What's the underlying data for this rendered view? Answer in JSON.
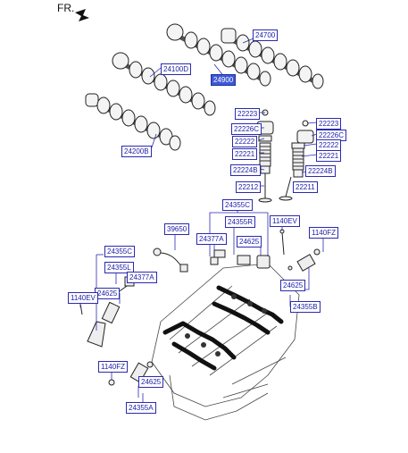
{
  "orientation": {
    "text": "FR."
  },
  "labels": {
    "l24700": "24700",
    "l24900": "24900",
    "l24100D": "24100D",
    "l24200B": "24200B",
    "l22223a": "22223",
    "l22223b": "22223",
    "l22226C": "22226C",
    "l22226Cb": "22226C",
    "l22222a": "22222",
    "l22222b": "22222",
    "l22221a": "22221",
    "l22221b": "22221",
    "l22224B": "22224B",
    "l22224Bb": "22224B",
    "l22212": "22212",
    "l22211": "22211",
    "l24355C_top": "24355C",
    "l39650": "39650",
    "l24355R": "24355R",
    "l1140EV_r": "1140EV",
    "l24377A_r": "24377A",
    "l24625_r": "24625",
    "l1140FZ_r": "1140FZ",
    "l24355C_left": "24355C",
    "l24355L": "24355L",
    "l24377A_l": "24377A",
    "l24625_l": "24625",
    "l1140EV_l": "1140EV",
    "l24625_rb": "24625",
    "l24355B": "24355B",
    "l1140FZ_b": "1140FZ",
    "l24625_b": "24625",
    "l24355A": "24355A"
  }
}
